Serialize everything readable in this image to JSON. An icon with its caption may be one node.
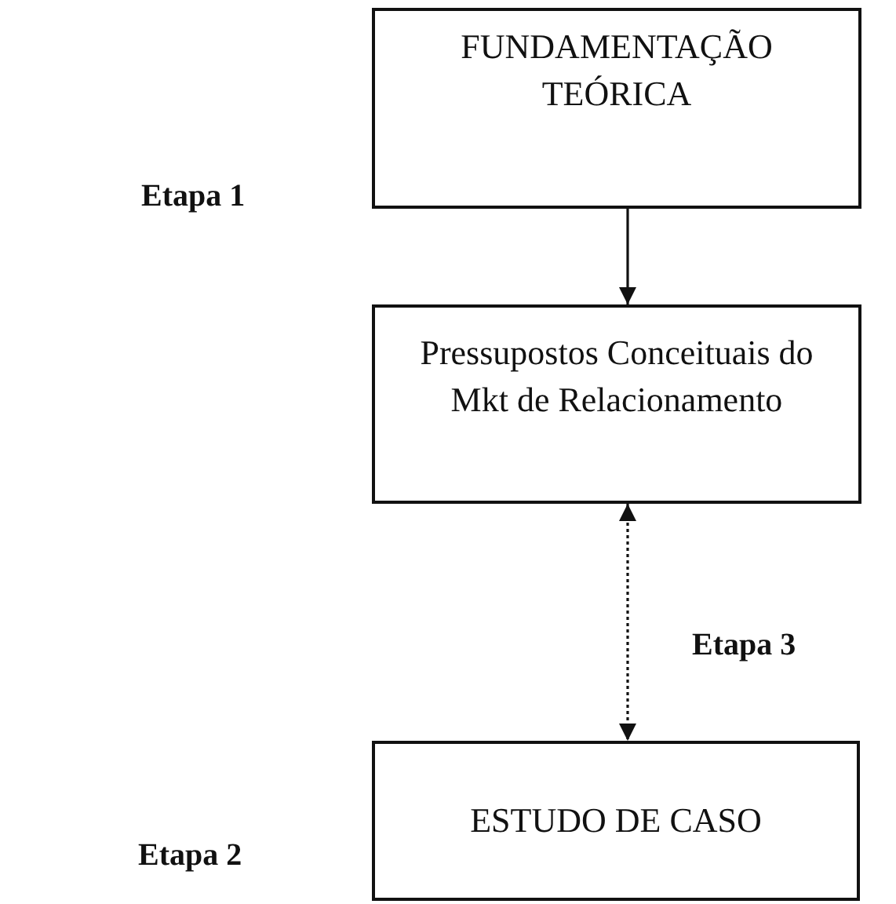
{
  "diagram": {
    "nodes": [
      {
        "text": [
          "FUNDAMENTAÇÃO TEÓRICA"
        ]
      },
      {
        "text": [
          "Pressupostos Conceituais do Mkt de Relacionamento"
        ]
      },
      {
        "text": [
          "ESTUDO DE CASO"
        ]
      }
    ],
    "edges": [
      {
        "from": 0,
        "to": 1,
        "arrow": "to"
      },
      {
        "from": 1,
        "to": 2,
        "arrow": "both",
        "style": "dashed"
      }
    ],
    "labels": [
      "Etapa 1",
      "Etapa 3",
      "Etapa 2"
    ]
  }
}
